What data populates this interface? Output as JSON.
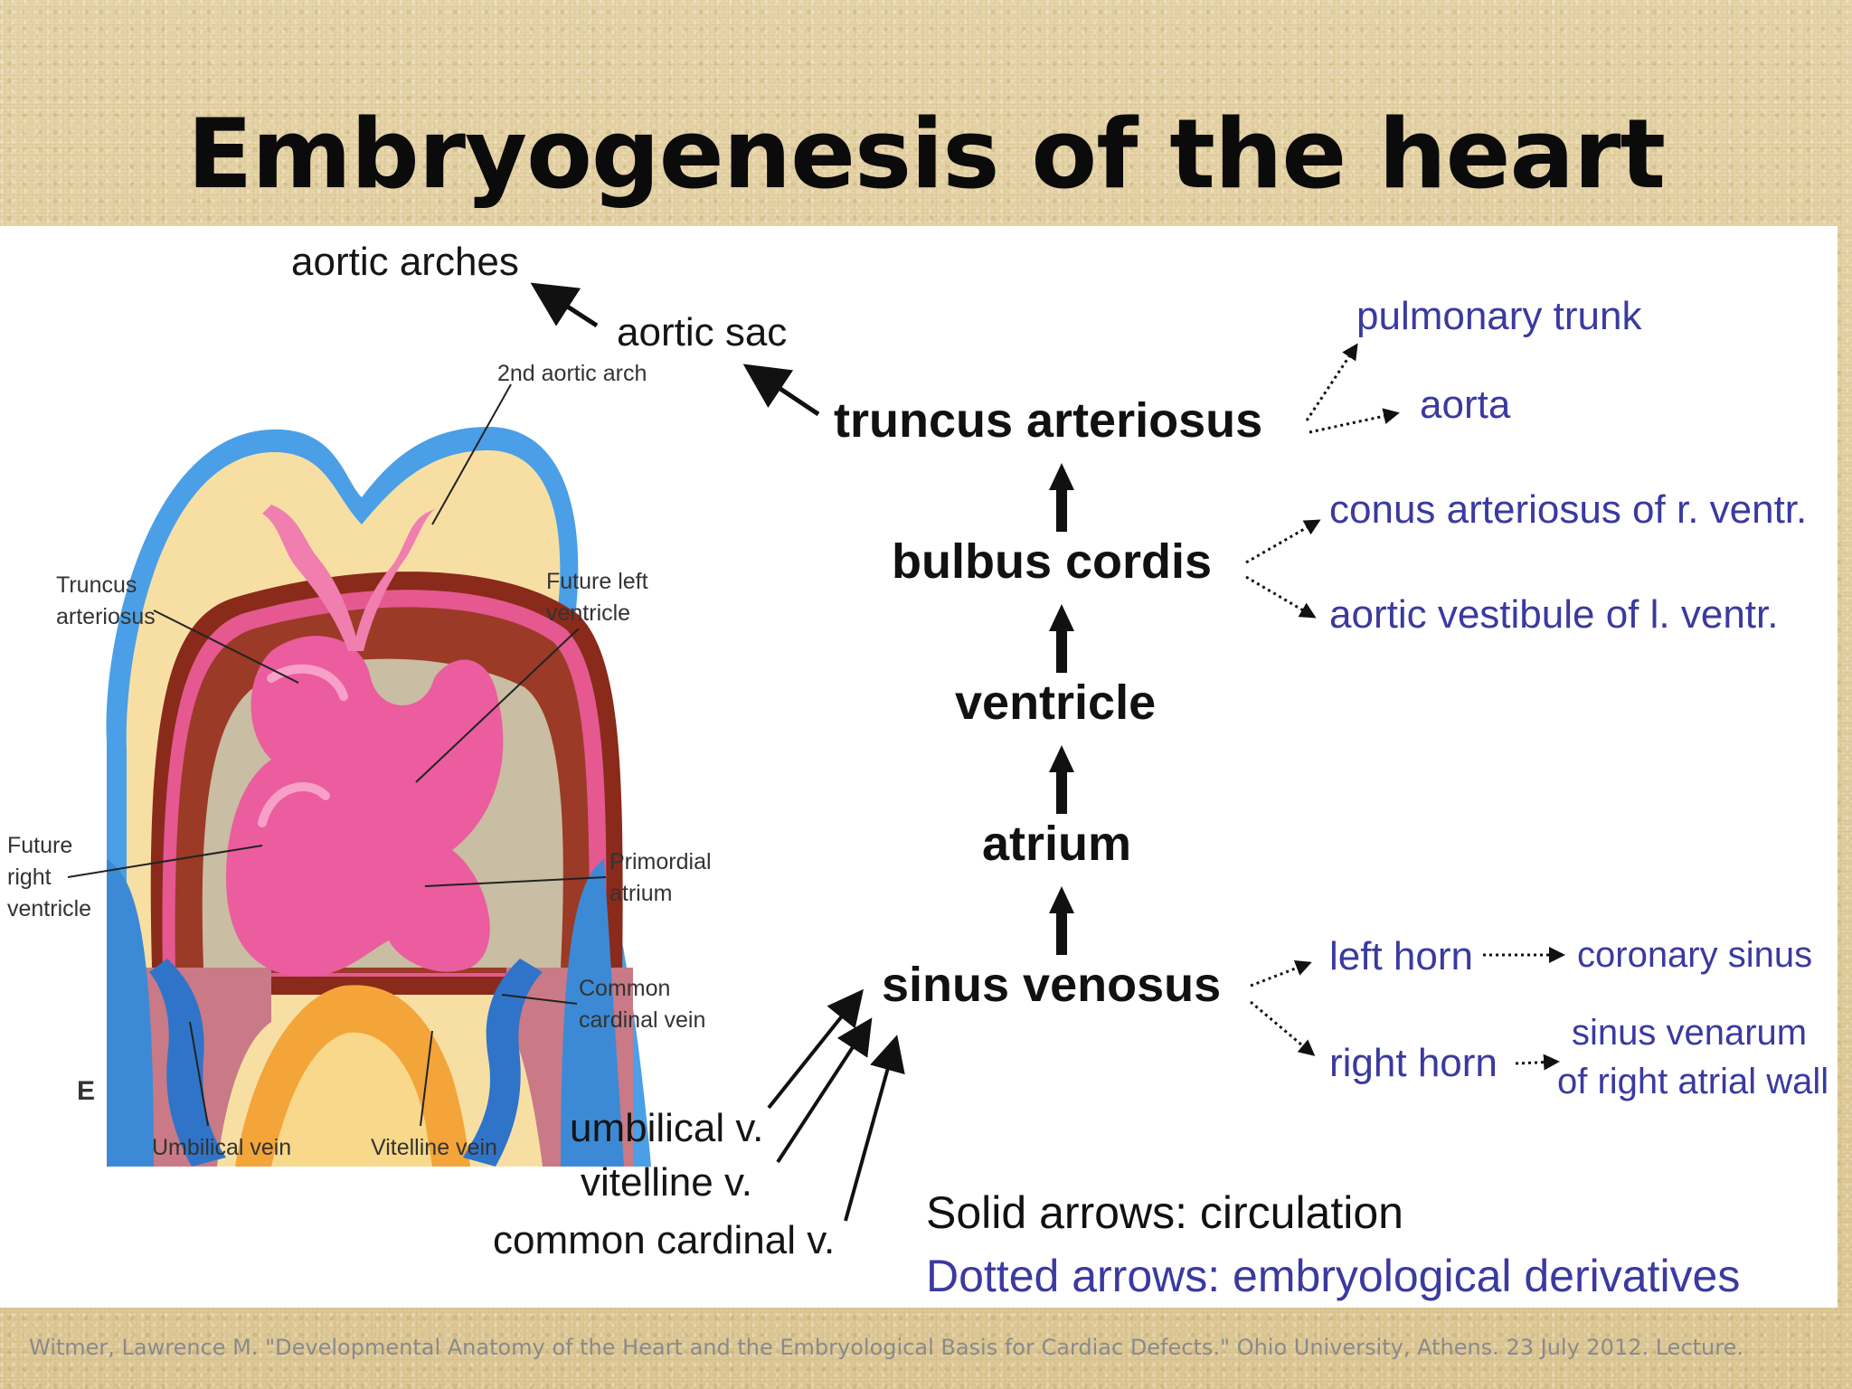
{
  "title": "Embryogenesis of the heart",
  "colors": {
    "derivative_text": "#3a3aa0",
    "heart_pink": "#e8599a",
    "vessel_blue": "#4a9be0",
    "tissue_cream": "#f6e0a6"
  },
  "illustration": {
    "panel_letter": "E",
    "labels": {
      "second_aortic_arch": "2nd aortic arch",
      "truncus_arteriosus": "Truncus\narteriosus",
      "future_left_ventricle": "Future left\nventricle",
      "future_right_ventricle": "Future\nright\nventricle",
      "primordial_atrium": "Primordial\natrium",
      "common_cardinal_vein": "Common\ncardinal vein",
      "umbilical_vein": "Umbilical vein",
      "vitelline_vein": "Vitelline vein"
    }
  },
  "flow": {
    "aortic_arches": "aortic arches",
    "aortic_sac": "aortic sac",
    "stages": [
      "truncus arteriosus",
      "bulbus cordis",
      "ventricle",
      "atrium",
      "sinus venosus"
    ],
    "inflows": [
      "umbilical v.",
      "vitelline v.",
      "common cardinal v."
    ]
  },
  "derivatives": {
    "truncus_arteriosus": [
      "pulmonary trunk",
      "aorta"
    ],
    "bulbus_cordis": [
      "conus arteriosus of r. ventr.",
      "aortic vestibule of l. ventr."
    ],
    "sinus_venosus": {
      "left_horn": "left horn",
      "left_horn_derivative": "coronary sinus",
      "right_horn": "right horn",
      "right_horn_derivative_line1": "sinus venarum",
      "right_horn_derivative_line2": "of right atrial wall"
    }
  },
  "legend": {
    "solid": "Solid arrows: circulation",
    "dotted": "Dotted arrows: embryological derivatives"
  },
  "citation": "Witmer, Lawrence M. \"Developmental Anatomy of the Heart and the Embryological Basis for Cardiac Defects.\" Ohio University, Athens. 23 July 2012. Lecture."
}
